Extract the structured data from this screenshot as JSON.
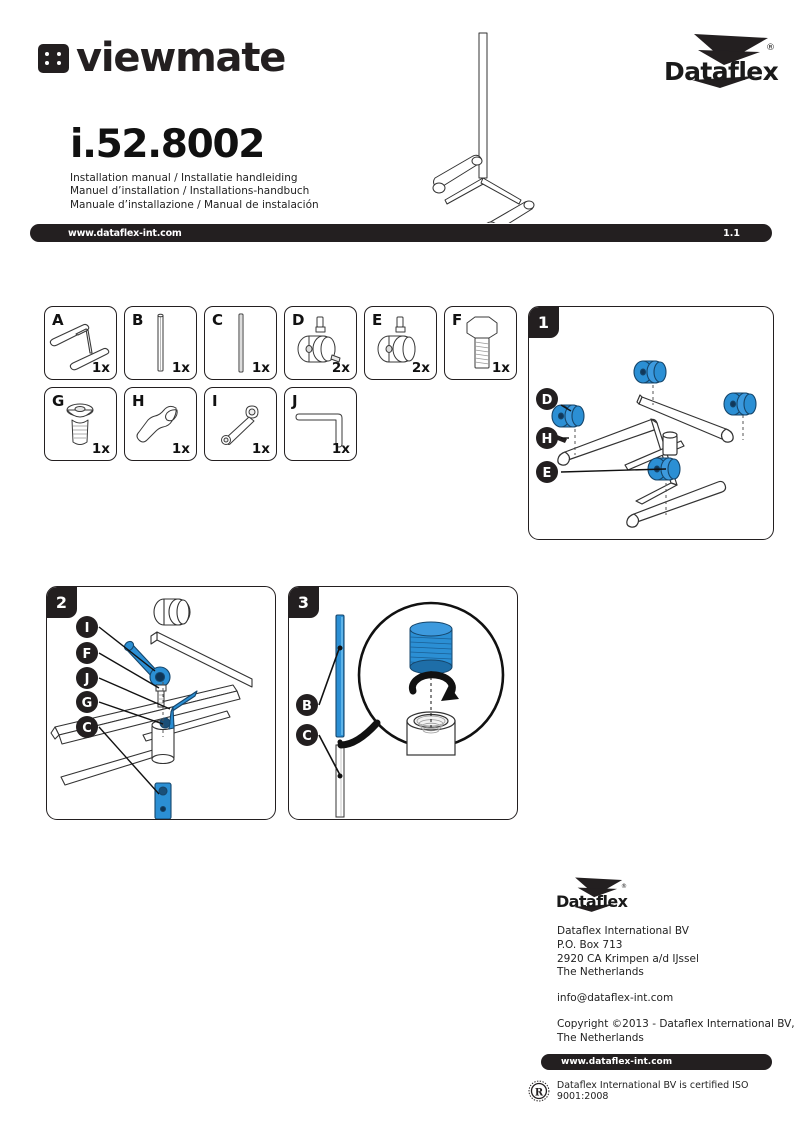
{
  "brand": {
    "viewmate": "viewmate",
    "dataflex": "Dataflex",
    "registered": "®"
  },
  "header": {
    "product_code": "i.52.8002",
    "subtitle_line1": "Installation manual / Installatie handleiding",
    "subtitle_line2": "Manuel d’installation / Installations-handbuch",
    "subtitle_line3": "Manuale d’installazione / Manual de instalación",
    "url": "www.dataflex-int.com",
    "version": "1.1"
  },
  "parts": [
    {
      "letter": "A",
      "qty": "1x",
      "item": "base-frame"
    },
    {
      "letter": "B",
      "qty": "1x",
      "item": "upper-tube"
    },
    {
      "letter": "C",
      "qty": "1x",
      "item": "lower-tube"
    },
    {
      "letter": "D",
      "qty": "2x",
      "item": "locking-caster"
    },
    {
      "letter": "E",
      "qty": "2x",
      "item": "caster"
    },
    {
      "letter": "F",
      "qty": "1x",
      "item": "hex-bolt"
    },
    {
      "letter": "G",
      "qty": "1x",
      "item": "countersunk-screw"
    },
    {
      "letter": "H",
      "qty": "1x",
      "item": "open-end-wrench"
    },
    {
      "letter": "I",
      "qty": "1x",
      "item": "ring-spanner"
    },
    {
      "letter": "J",
      "qty": "1x",
      "item": "allen-key"
    }
  ],
  "steps": [
    {
      "number": "1",
      "callouts": [
        "D",
        "H",
        "E"
      ]
    },
    {
      "number": "2",
      "callouts": [
        "I",
        "F",
        "J",
        "G",
        "C"
      ]
    },
    {
      "number": "3",
      "callouts": [
        "B",
        "C"
      ]
    }
  ],
  "footer": {
    "company": "Dataflex International BV",
    "po_box": "P.O. Box 713",
    "city": "2920 CA  Krimpen a/d IJssel",
    "country": "The Netherlands",
    "email": "info@dataflex-int.com",
    "copyright_line1": "Copyright ©2013 - Dataflex International BV,",
    "copyright_line2": "The Netherlands",
    "url": "www.dataflex-int.com",
    "iso_text": "Dataflex International BV is certified ISO 9001:2008",
    "iso_mark": "R"
  },
  "colors": {
    "ink": "#231f20",
    "accent_blue": "#2b8fd4",
    "blue_dark": "#1e6ea8",
    "line": "#4a4a4a"
  }
}
